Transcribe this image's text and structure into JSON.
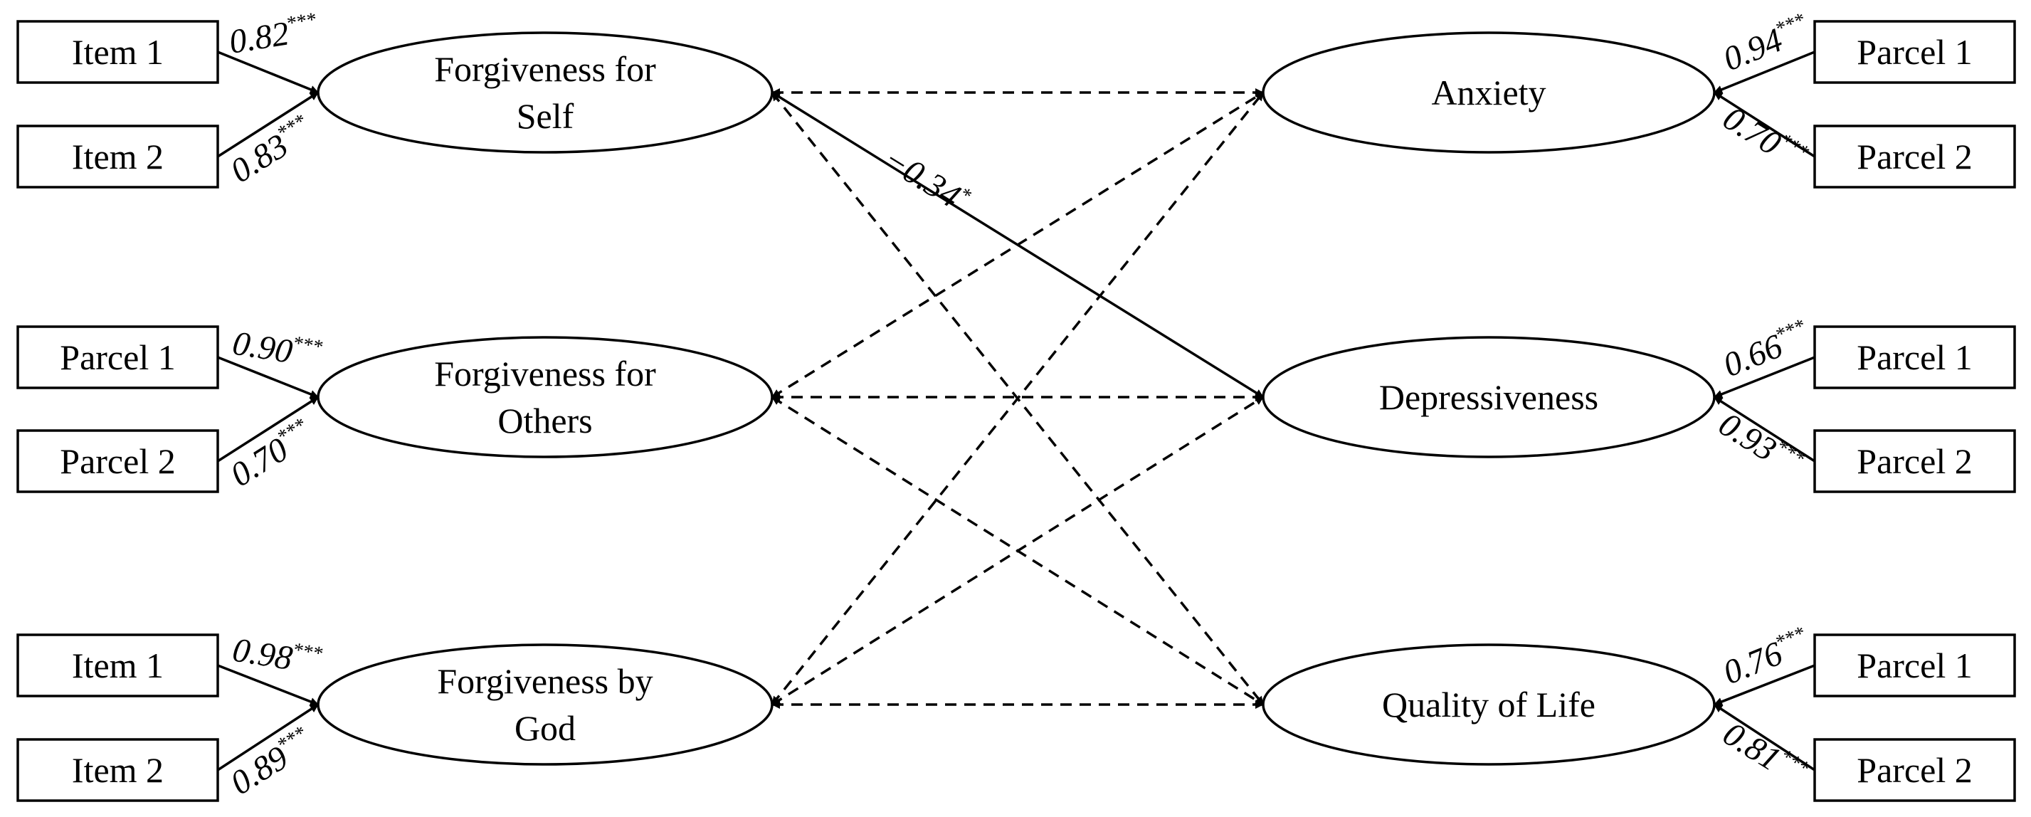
{
  "latents": {
    "fs": {
      "line1": "Forgiveness for",
      "line2": "Self"
    },
    "fo": {
      "line1": "Forgiveness for",
      "line2": "Others"
    },
    "fg": {
      "line1": "Forgiveness by",
      "line2": "God"
    },
    "anx": {
      "label": "Anxiety"
    },
    "dep": {
      "label": "Depressiveness"
    },
    "qol": {
      "label": "Quality of Life"
    }
  },
  "indicators": {
    "fs1": "Item 1",
    "fs2": "Item 2",
    "fo1": "Parcel 1",
    "fo2": "Parcel 2",
    "fg1": "Item 1",
    "fg2": "Item 2",
    "anx1": "Parcel 1",
    "anx2": "Parcel 2",
    "dep1": "Parcel 1",
    "dep2": "Parcel 2",
    "qol1": "Parcel 1",
    "qol2": "Parcel 2"
  },
  "loadings": {
    "fs1": {
      "value": "0.82",
      "sig": "***"
    },
    "fs2": {
      "value": "0.83",
      "sig": "***"
    },
    "fo1": {
      "value": "0.90",
      "sig": "***"
    },
    "fo2": {
      "value": "0.70",
      "sig": "***"
    },
    "fg1": {
      "value": "0.98",
      "sig": "***"
    },
    "fg2": {
      "value": "0.89",
      "sig": "***"
    },
    "anx1": {
      "value": "0.94",
      "sig": "***"
    },
    "anx2": {
      "value": "0.70",
      "sig": "***"
    },
    "dep1": {
      "value": "0.66",
      "sig": "***"
    },
    "dep2": {
      "value": "0.93",
      "sig": "***"
    },
    "qol1": {
      "value": "0.76",
      "sig": "***"
    },
    "qol2": {
      "value": "0.81",
      "sig": "***"
    }
  },
  "paths": {
    "fs_dep": {
      "value": "−0.34",
      "sig": "*"
    }
  }
}
